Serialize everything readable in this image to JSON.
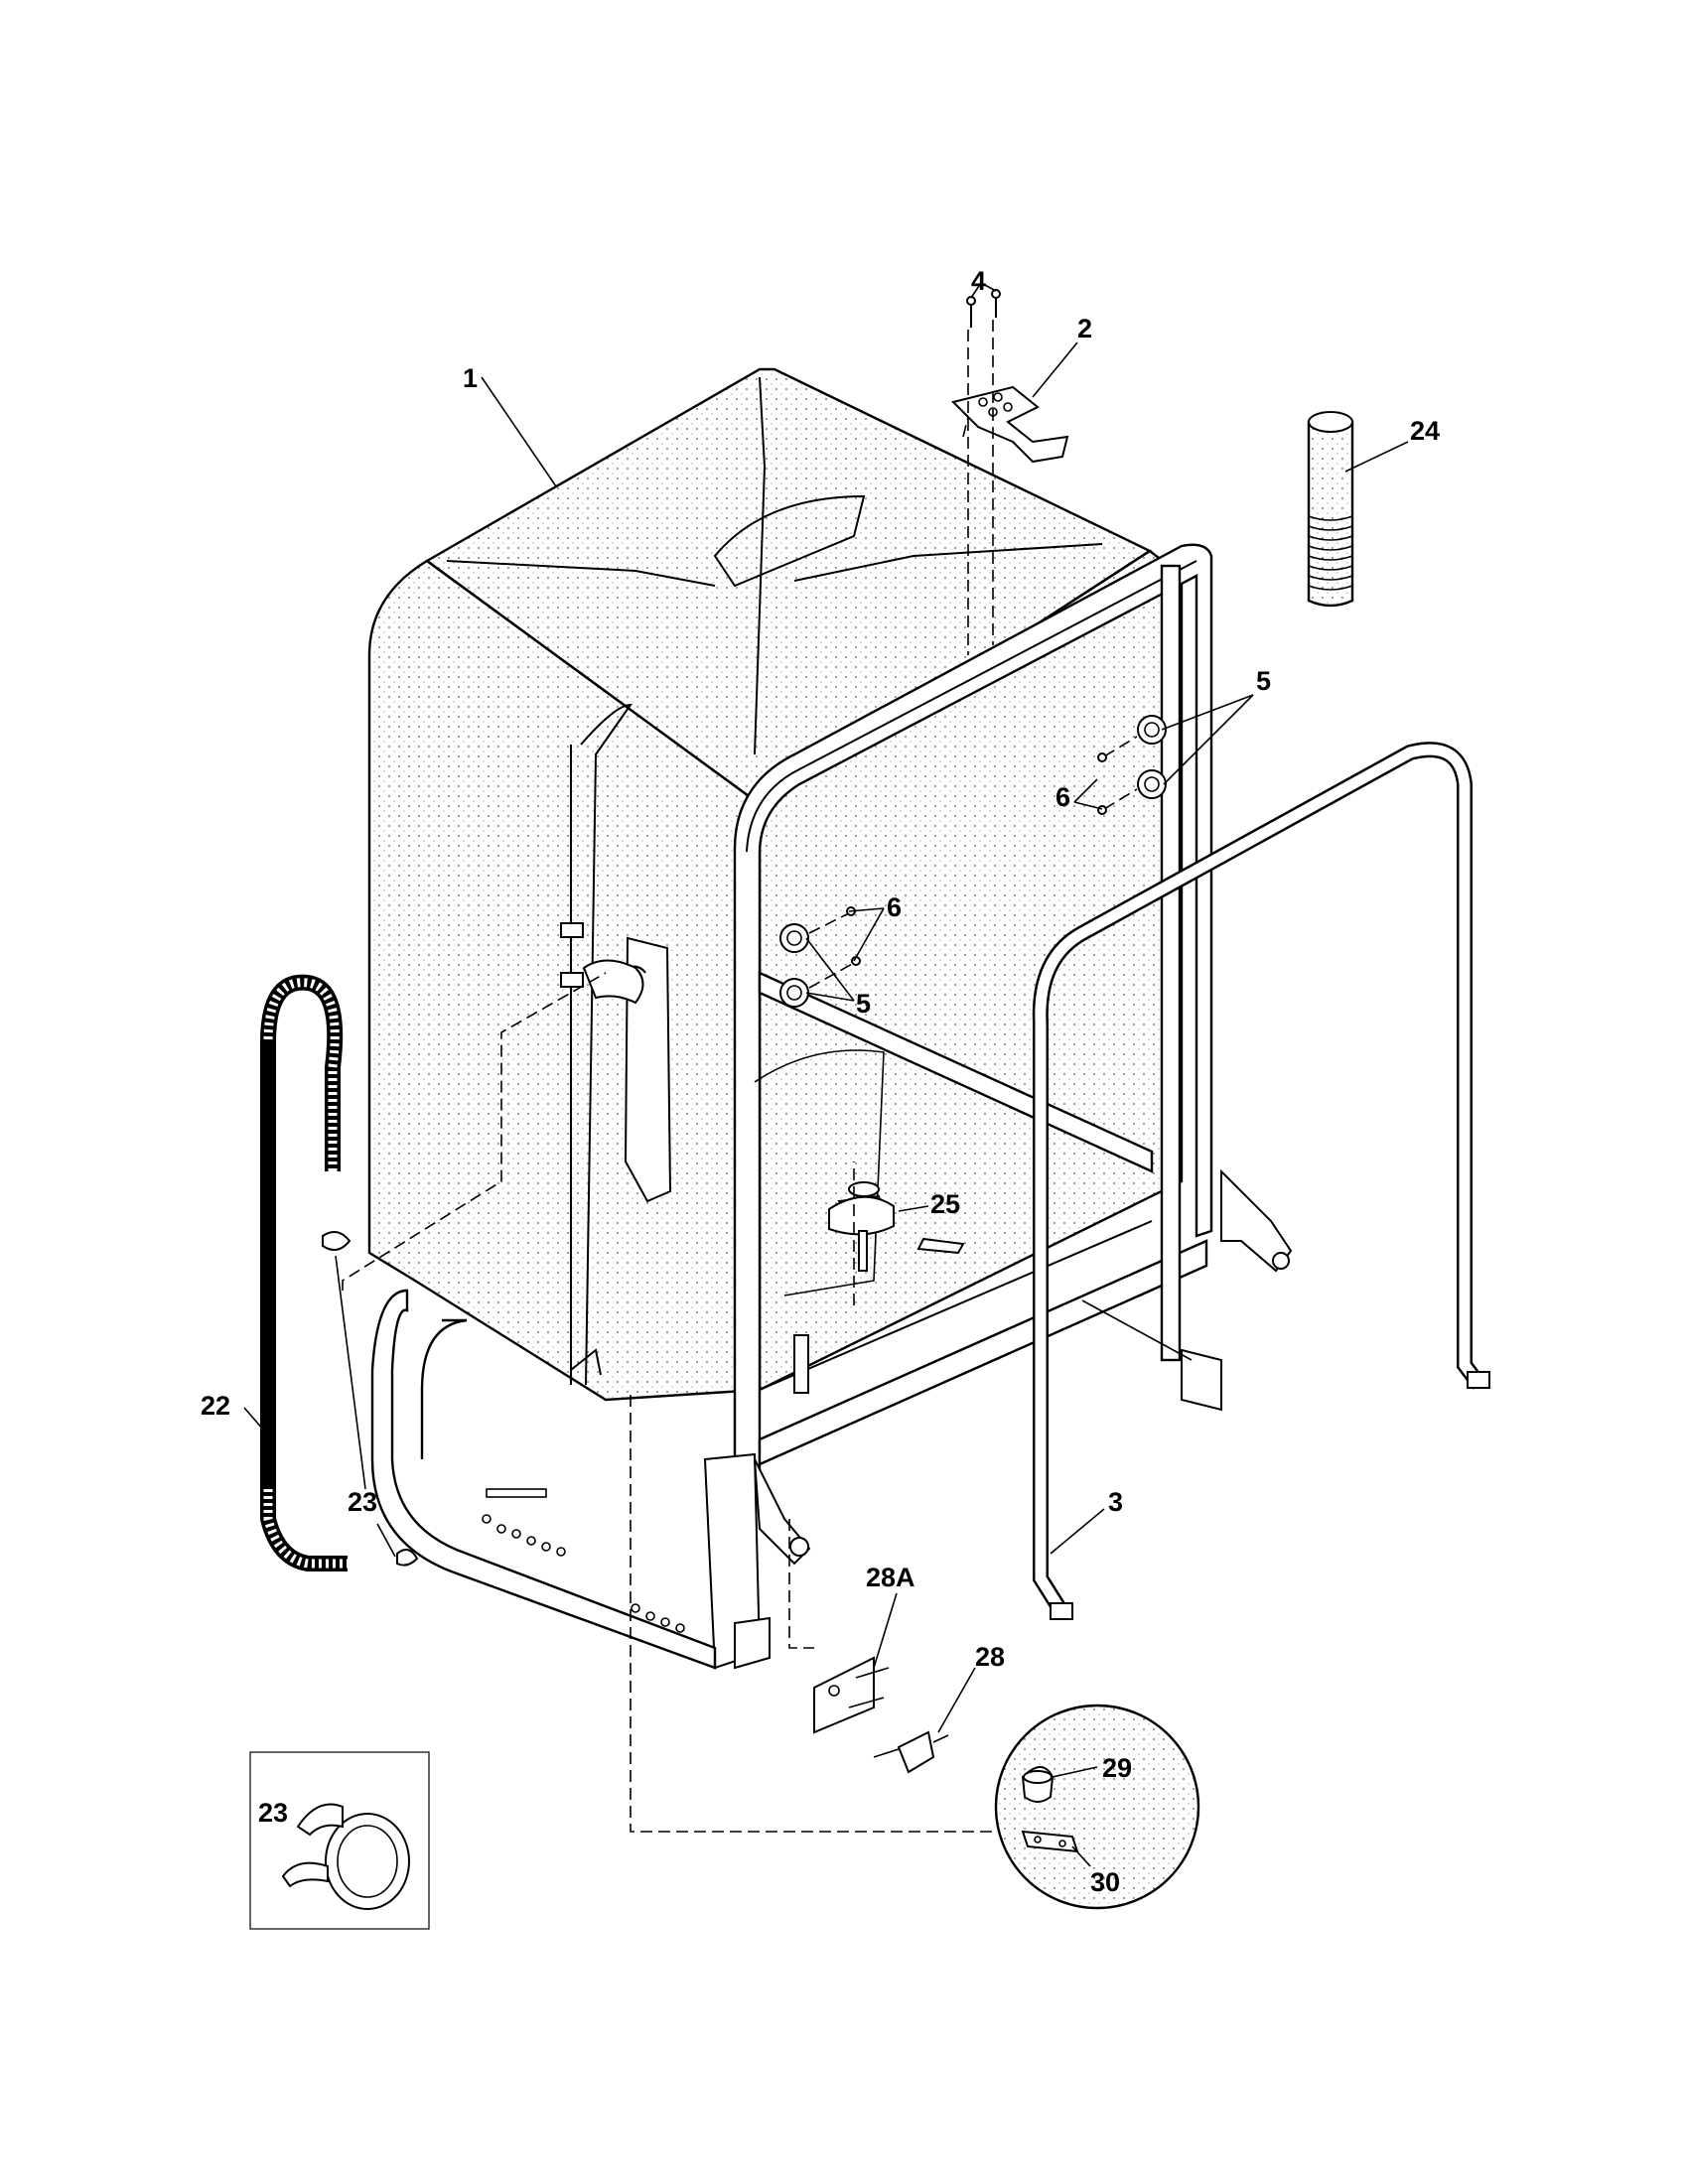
{
  "labels": {
    "l1": "1",
    "l2": "2",
    "l3": "3",
    "l4": "4",
    "l5a": "5",
    "l5b": "5",
    "l6a": "6",
    "l6b": "6",
    "l22": "22",
    "l23a": "23",
    "l23b": "23",
    "l24": "24",
    "l25": "25",
    "l28": "28",
    "l28a": "28A",
    "l29": "29",
    "l30": "30"
  }
}
